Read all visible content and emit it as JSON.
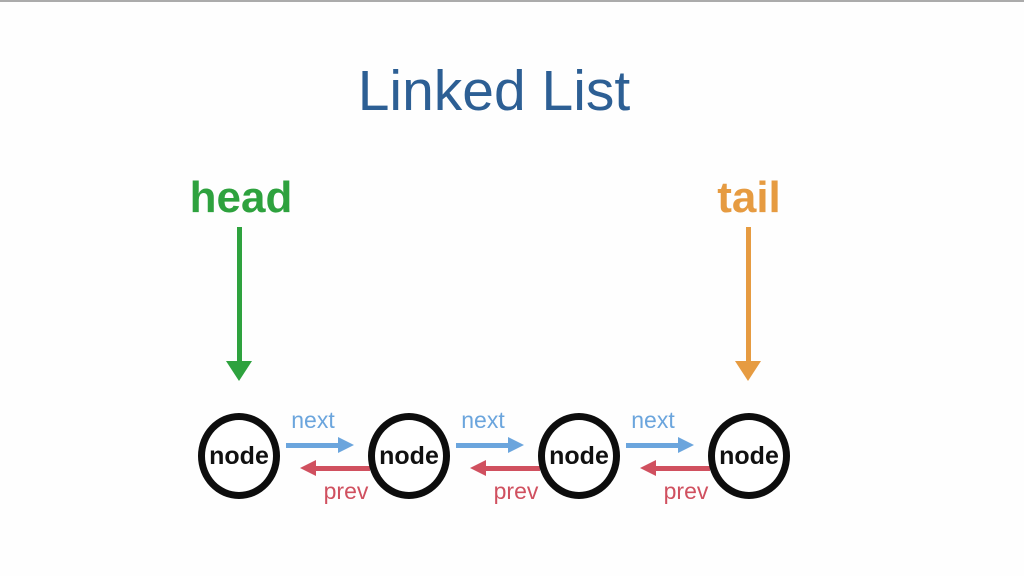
{
  "title": "Linked List",
  "pointers": {
    "head": {
      "label": "head",
      "color": "#2ea23e"
    },
    "tail": {
      "label": "tail",
      "color": "#e69b41"
    }
  },
  "nodes": [
    {
      "label": "node"
    },
    {
      "label": "node"
    },
    {
      "label": "node"
    },
    {
      "label": "node"
    }
  ],
  "connectors": [
    {
      "next_label": "next",
      "prev_label": "prev"
    },
    {
      "next_label": "next",
      "prev_label": "prev"
    },
    {
      "next_label": "next",
      "prev_label": "prev"
    }
  ],
  "colors": {
    "title_text": "#2d5f94",
    "head_pointer": "#2ea23e",
    "tail_pointer": "#e69b41",
    "next_arrow": "#6ba5dd",
    "prev_arrow": "#d0505f",
    "node_outline": "#0d0d0d",
    "background": "#fefefe"
  }
}
